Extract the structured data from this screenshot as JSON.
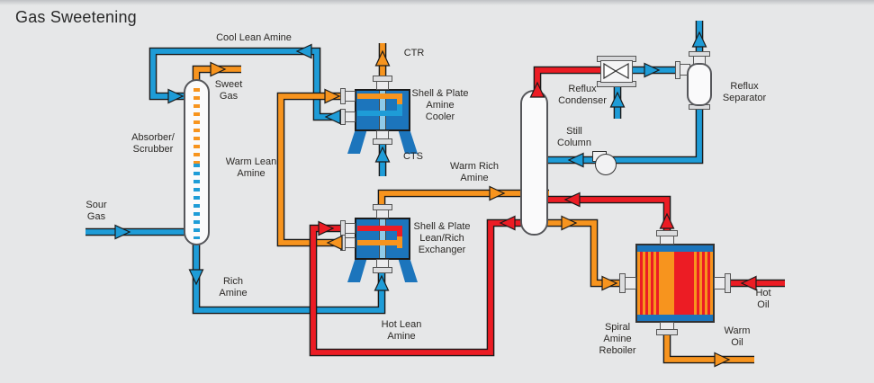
{
  "title": "Gas Sweetening",
  "colors": {
    "pipe_blue": "#1E9CD7",
    "pipe_orange": "#F7941E",
    "pipe_red": "#EC1C24",
    "equipment_blue": "#1C75BC",
    "background": "#E6E7E8",
    "text": "#2B2926"
  },
  "labels": {
    "cool_lean_amine": "Cool Lean Amine",
    "sweet_gas": "Sweet\nGas",
    "absorber": "Absorber/\nScrubber",
    "sour_gas": "Sour\nGas",
    "rich_amine": "Rich\nAmine",
    "warm_lean_amine": "Warm Lean\nAmine",
    "ctr": "CTR",
    "cts": "CTS",
    "amine_cooler": "Shell & Plate\nAmine\nCooler",
    "lean_rich_exchanger": "Shell & Plate\nLean/Rich\nExchanger",
    "warm_rich_amine": "Warm Rich\nAmine",
    "hot_lean_amine": "Hot Lean\nAmine",
    "still_column": "Still\nColumn",
    "reflux_condenser": "Reflux\nCondenser",
    "reflux_separator": "Reflux\nSeparator",
    "spiral_amine_reboiler": "Spiral\nAmine\nReboiler",
    "hot_oil": "Hot\nOil",
    "warm_oil": "Warm\nOil"
  }
}
